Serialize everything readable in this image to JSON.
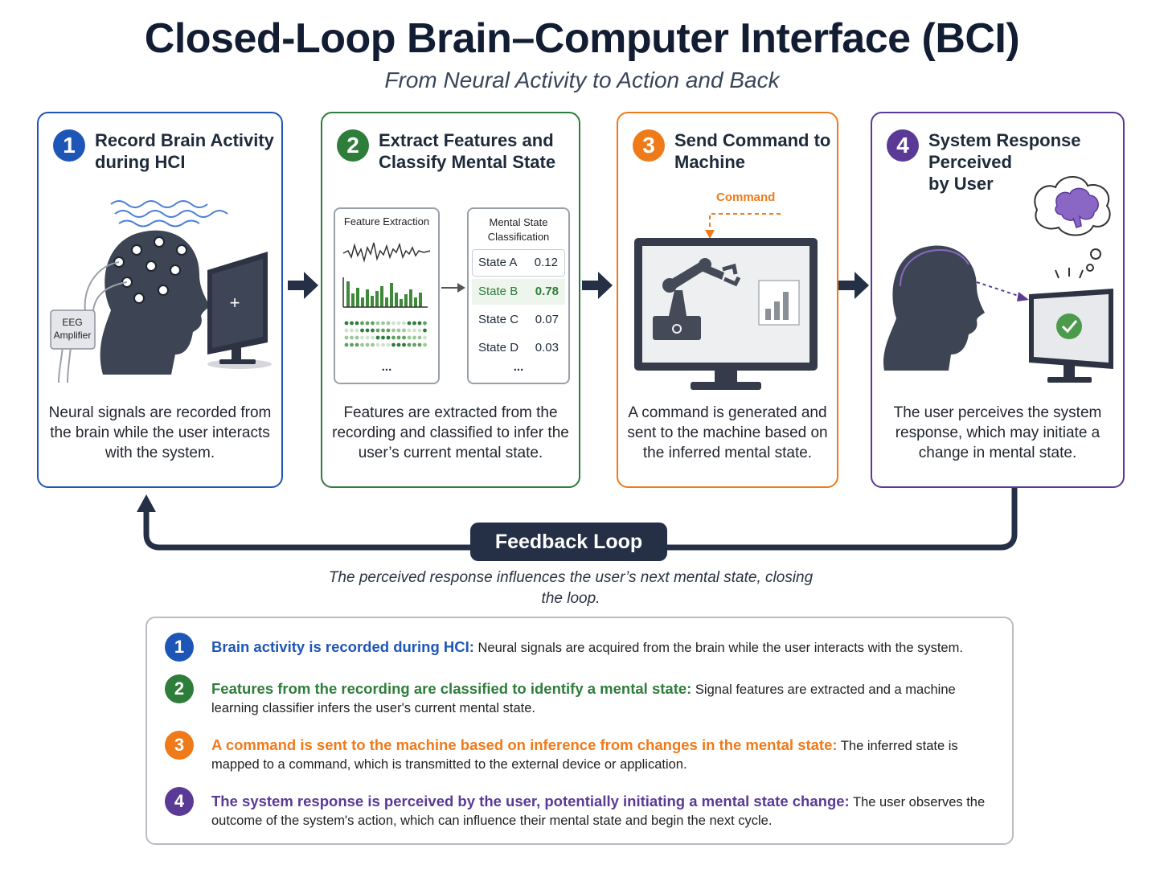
{
  "title": "Closed-Loop Brain–Computer Interface (BCI)",
  "subtitle": "From Neural Activity to Action and Back",
  "colors": {
    "step1": "#1e56b8",
    "step2": "#2e7d3a",
    "step3": "#ef7a1a",
    "step4": "#5a3a96",
    "dark": "#253047"
  },
  "steps": [
    {
      "number": "1",
      "title": "Record Brain Activity\nduring HCI",
      "description": "Neural signals are recorded from the brain while the user interacts with the system.",
      "amplifier_label": "EEG Amplifier"
    },
    {
      "number": "2",
      "title": "Extract Features and\nClassify Mental State",
      "description": "Features are extracted from the recording and classified to infer the user’s current mental state.",
      "feature_box_title": "Feature Extraction",
      "classification_box_title": "Mental State Classification",
      "ellipsis": "...",
      "states": [
        {
          "name": "State A",
          "value": "0.12"
        },
        {
          "name": "State B",
          "value": "0.78"
        },
        {
          "name": "State C",
          "value": "0.07"
        },
        {
          "name": "State D",
          "value": "0.03"
        }
      ]
    },
    {
      "number": "3",
      "title": "Send Command to\nMachine",
      "description": "A command is generated and sent to the machine based on the inferred mental state.",
      "command_label": "Command"
    },
    {
      "number": "4",
      "title": "System Response Perceived\nby User",
      "description": "The user perceives the system response, which may initiate a change in mental state."
    }
  ],
  "feedback": {
    "label": "Feedback Loop",
    "caption": "The perceived response influences the user’s next mental state, closing the loop."
  },
  "legend": [
    {
      "number": "1",
      "heading": "Brain activity is recorded during HCI:",
      "text": " Neural signals are acquired from the brain while the user interacts with the system."
    },
    {
      "number": "2",
      "heading": "Features from the recording are classified to identify a mental state:",
      "text": " Signal features are extracted and a machine learning classifier infers the user's current mental state."
    },
    {
      "number": "3",
      "heading": "A command is sent to the machine based on inference from changes in the mental state:",
      "text": " The inferred state is mapped to a command, which is transmitted to the external device or application."
    },
    {
      "number": "4",
      "heading": "The system response is perceived by the user, potentially initiating a mental state change:",
      "text": " The user observes the outcome of the system's action, which can influence their mental state and begin the next cycle."
    }
  ]
}
